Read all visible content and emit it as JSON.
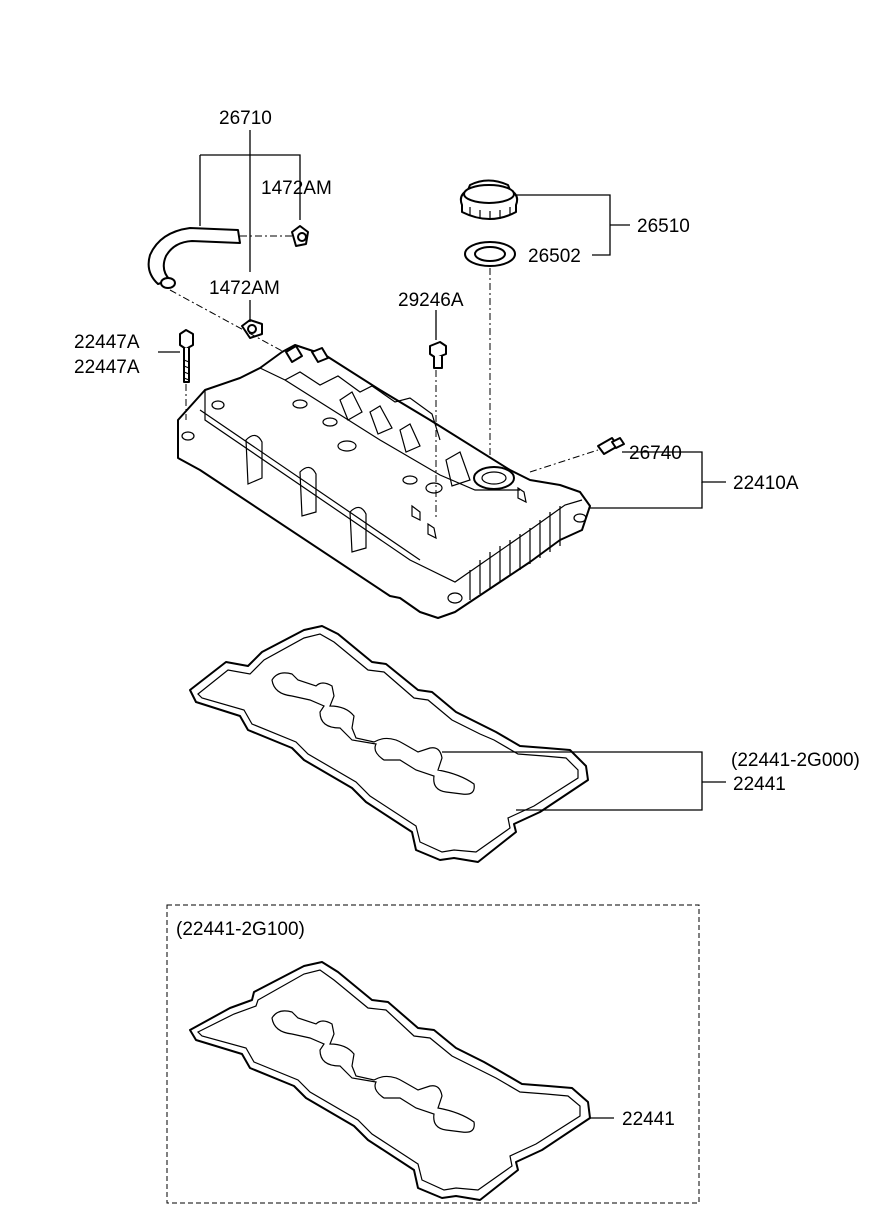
{
  "labels": {
    "hose_assy": "26710",
    "clamp_upper": "1472AM",
    "clamp_lower": "1472AM",
    "cap_assy": "26510",
    "cap_gasket": "26502",
    "stud": "29246A",
    "bolt_1": "22447A",
    "bolt_2": "22447A",
    "pcv_valve": "26740",
    "cover_assy": "22410A",
    "gasket_variant_1": "(22441-2G000)",
    "gasket_1": "22441",
    "gasket_variant_2": "(22441-2G100)",
    "gasket_2": "22441"
  }
}
